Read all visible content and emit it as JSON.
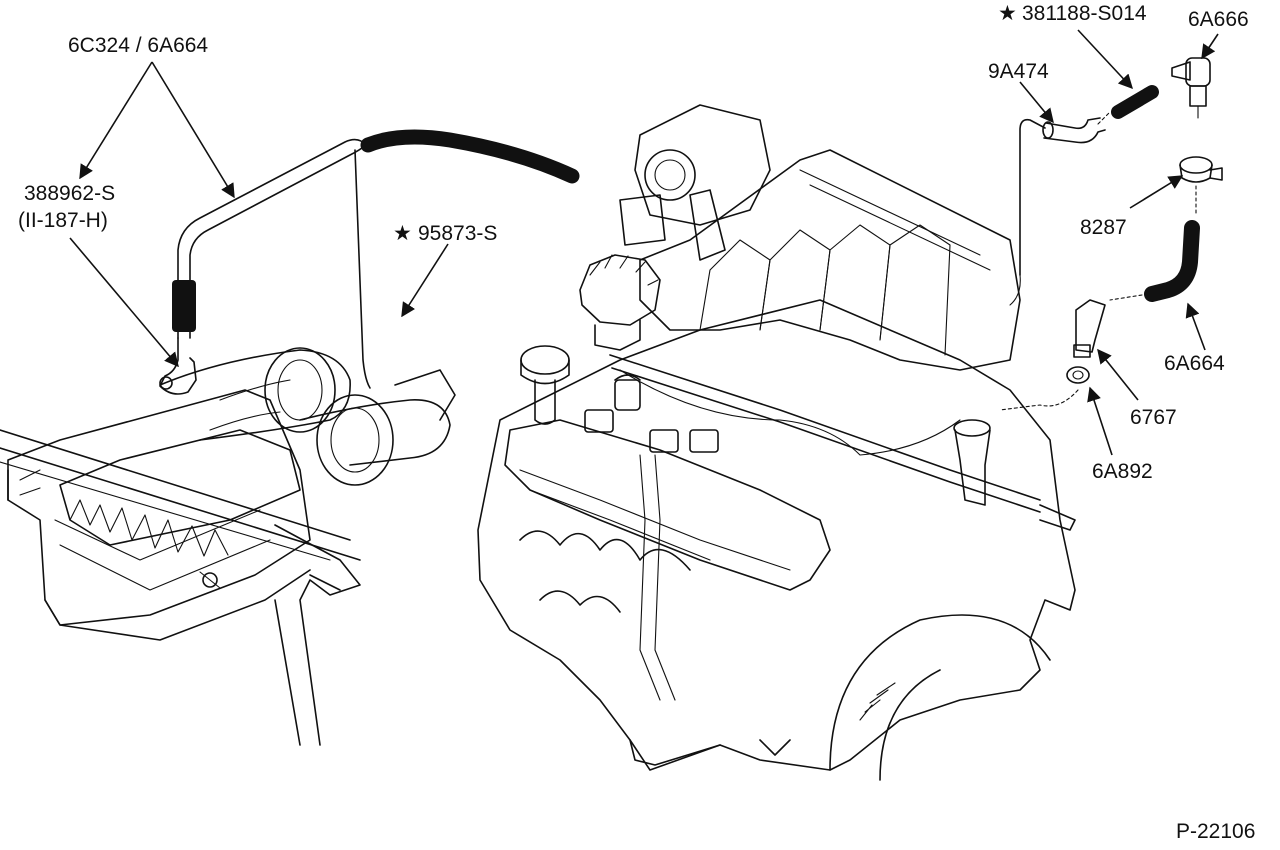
{
  "labels": {
    "hose_assembly": "6C324 / 6A664",
    "clamp_left": "388962-S",
    "clamp_left_sub": "(II-187-H)",
    "clip_95873": "95873-S",
    "clamp_381188": "381188-S014",
    "tube_9A474": "9A474",
    "connector_6A666": "6A666",
    "tee_8287": "8287",
    "hose_6A664": "6A664",
    "pcv_valve_6767": "6767",
    "grommet_6A892": "6A892",
    "figure_number": "P-22106"
  },
  "symbols": {
    "star": "★"
  }
}
